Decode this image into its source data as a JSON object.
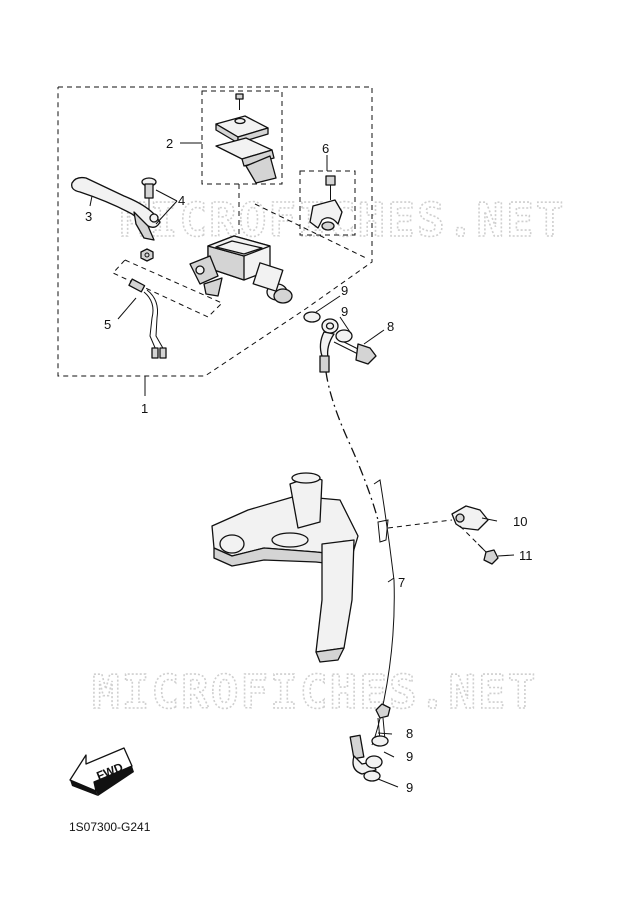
{
  "diagram": {
    "code": "1S07300-G241",
    "watermark": "MICROFICHES.NET",
    "fwd_label": "FWD",
    "callouts": {
      "c1": "1",
      "c2": "2",
      "c3": "3",
      "c4": "4",
      "c5": "5",
      "c6": "6",
      "c7": "7",
      "c8a": "8",
      "c8b": "8",
      "c9a": "9",
      "c9b": "9",
      "c9c": "9",
      "c9d": "9",
      "c10": "10",
      "c11": "11"
    }
  }
}
